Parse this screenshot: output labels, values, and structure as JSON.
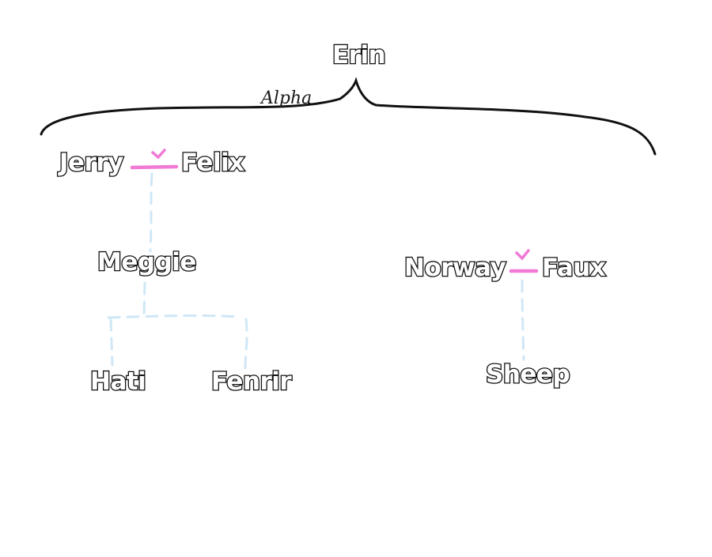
{
  "root": {
    "name": "Erin"
  },
  "bracket_label": "Alpha",
  "couples": [
    {
      "left": "Jerry",
      "right": "Felix"
    },
    {
      "left": "Norway",
      "right": "Faux"
    }
  ],
  "children": {
    "meggie": "Meggie",
    "hati": "Hati",
    "fenrir": "Fenrir",
    "sheep": "Sheep"
  },
  "colors": {
    "line": "#111111",
    "heart": "#f07ad6",
    "link": "#cfe7f7",
    "text_fill": "#ffffff",
    "text_outline": "#111111"
  }
}
